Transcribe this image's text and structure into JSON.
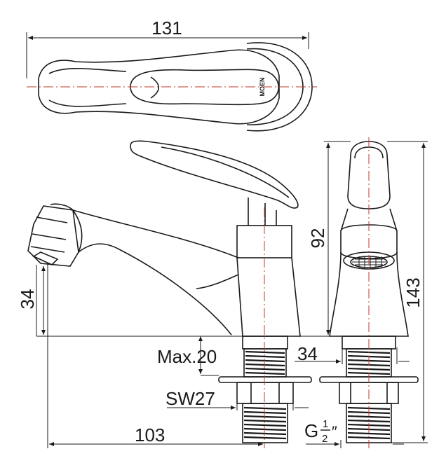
{
  "dimensions": {
    "overall_width": "131",
    "handle_height": "92",
    "overall_height": "143",
    "spout_height": "34",
    "body_width": "34",
    "max_thickness": "Max.20",
    "nut_size": "SW27",
    "spout_reach": "103",
    "thread_prefix": "G",
    "thread_num": "1",
    "thread_den": "2",
    "thread_suffix": "″"
  },
  "logo": {
    "text": "MOEN"
  },
  "colors": {
    "line": "#1a1a1a",
    "centerline": "#c0392b",
    "background": "#ffffff"
  }
}
